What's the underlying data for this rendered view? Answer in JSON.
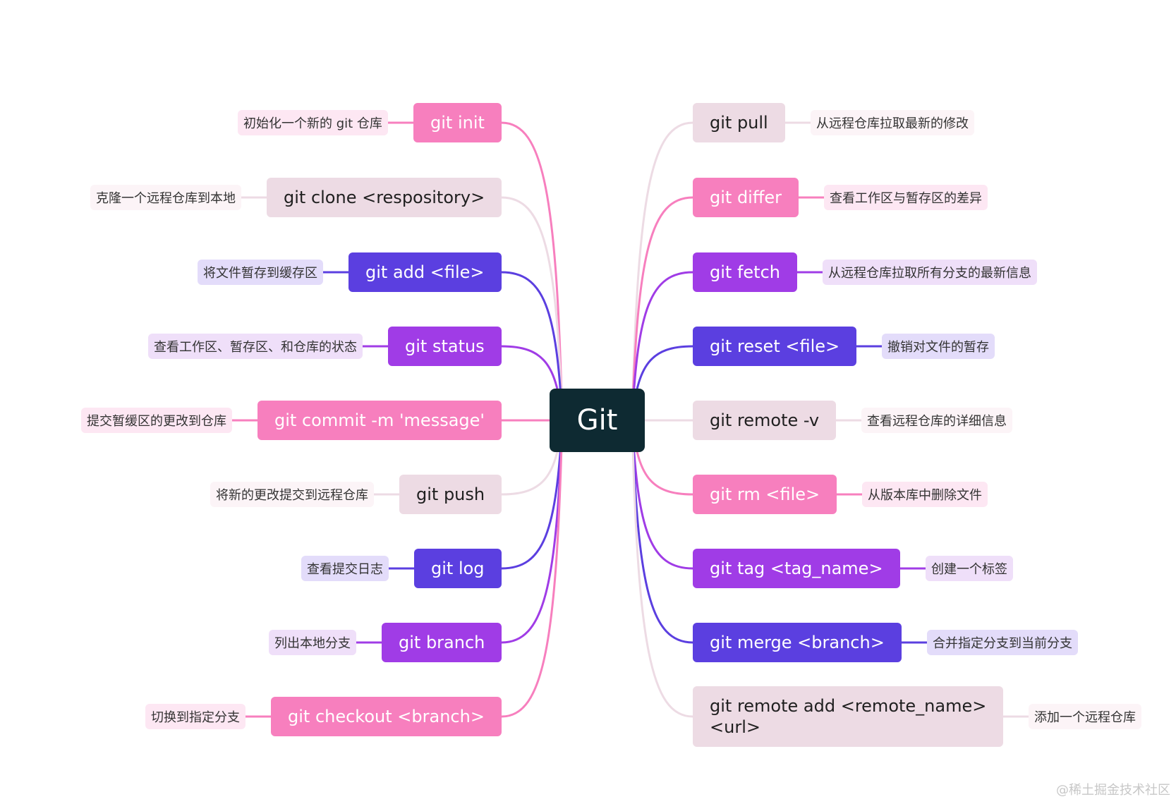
{
  "colors": {
    "pink": "#f77fbe",
    "pink_desc": "#fde7f3",
    "light": "#eddbe4",
    "light_desc": "#fcf4f7",
    "indigo": "#5b3fe0",
    "indigo_desc": "#e3dcfa",
    "purple": "#a03ce6",
    "purple_desc": "#efdff9",
    "root_bg": "#0e2a32",
    "dark_text": "#1f1f1f",
    "light_text": "#ffffff"
  },
  "root": {
    "label": "Git"
  },
  "left_branches": [
    {
      "command": "git init",
      "description": "初始化一个新的 git 仓库",
      "style": "pink"
    },
    {
      "command": "git clone <respository>",
      "description": "克隆一个远程仓库到本地",
      "style": "light"
    },
    {
      "command": "git add <file>",
      "description": "将文件暂存到缓存区",
      "style": "indigo"
    },
    {
      "command": "git status",
      "description": "查看工作区、暂存区、和仓库的状态",
      "style": "purple"
    },
    {
      "command": "git commit -m 'message'",
      "description": "提交暂缓区的更改到仓库",
      "style": "pink"
    },
    {
      "command": "git push",
      "description": "将新的更改提交到远程仓库",
      "style": "light"
    },
    {
      "command": "git log",
      "description": "查看提交日志",
      "style": "indigo"
    },
    {
      "command": "git branch",
      "description": "列出本地分支",
      "style": "purple"
    },
    {
      "command": "git checkout <branch>",
      "description": "切换到指定分支",
      "style": "pink"
    }
  ],
  "right_branches": [
    {
      "command": "git pull",
      "description": "从远程仓库拉取最新的修改",
      "style": "light"
    },
    {
      "command": "git differ",
      "description": "查看工作区与暂存区的差异",
      "style": "pink"
    },
    {
      "command": "git fetch",
      "description": "从远程仓库拉取所有分支的最新信息",
      "style": "purple"
    },
    {
      "command": "git reset <file>",
      "description": "撤销对文件的暂存",
      "style": "indigo"
    },
    {
      "command": "git remote -v",
      "description": "查看远程仓库的详细信息",
      "style": "light"
    },
    {
      "command": "git rm <file>",
      "description": "从版本库中删除文件",
      "style": "pink"
    },
    {
      "command": "git tag <tag_name>",
      "description": "创建一个标签",
      "style": "purple"
    },
    {
      "command": "git merge <branch>",
      "description": "合并指定分支到当前分支",
      "style": "indigo"
    },
    {
      "command": "git remote add <remote_name>\n<url>",
      "description": "添加一个远程仓库",
      "style": "light"
    }
  ],
  "watermark": "@稀土掘金技术社区"
}
